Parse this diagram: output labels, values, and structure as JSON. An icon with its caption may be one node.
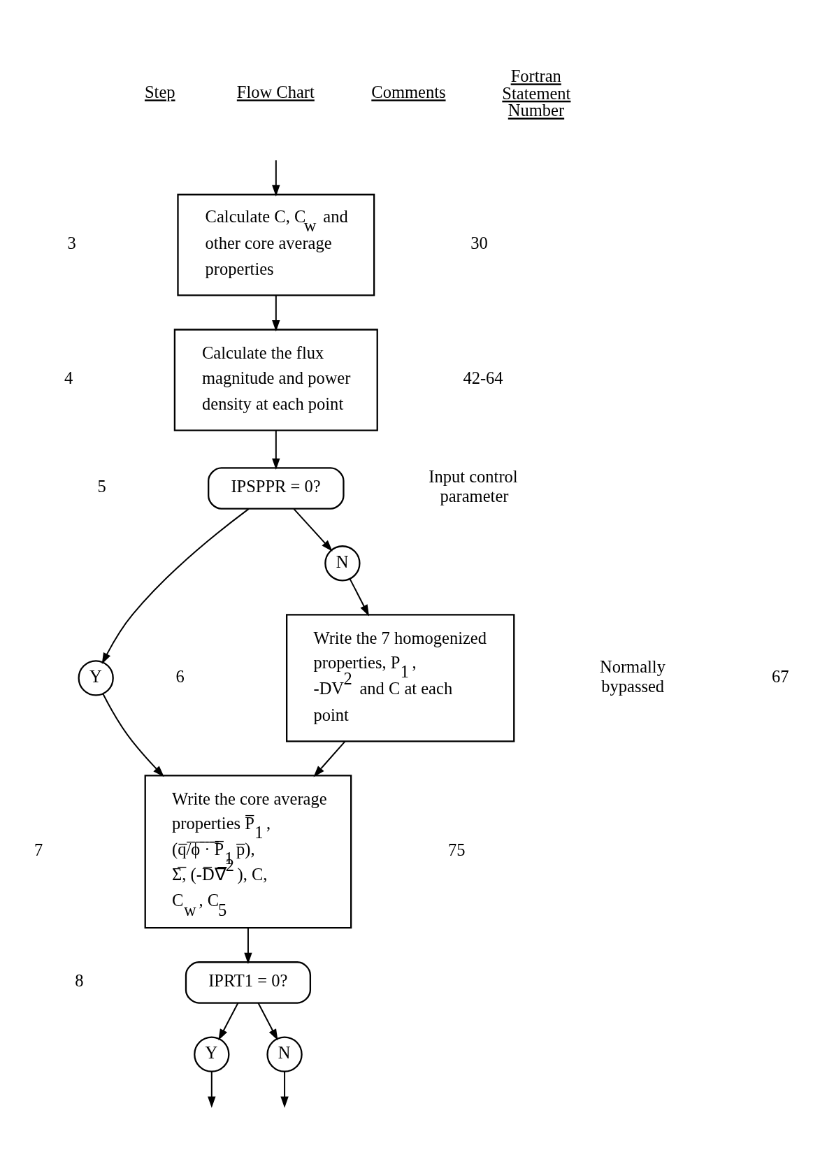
{
  "diagram": {
    "nodes": [
      {
        "text": [
          "Calculate C, C$_{w}$ and other core average properties"
        ]
      },
      {
        "text": [
          "Calculate the flux magnitude and power density at each point"
        ]
      },
      {
        "text": [
          "IPSPPR = 0?"
        ]
      },
      {
        "text": [
          "Y"
        ]
      },
      {
        "text": [
          "N"
        ]
      },
      {
        "text": [
          "Write the 7 homogenized properties, P$_{1}$, -DV$^{2}$ and C at each point"
        ]
      },
      {
        "text": [
          "Write the core average properties P̅$_{1}$, (q̅/̅ϕ̅ ̅·̅ ̅P̅$_{1}$p̅), Σ̅, (-D̅∇̅$^{2}$), C, C$_{w}$, C$_{5}$"
        ]
      },
      {
        "text": [
          "IPRT1 = 0?"
        ]
      },
      {
        "text": [
          "Y"
        ]
      },
      {
        "text": [
          "N"
        ]
      }
    ],
    "edges": [
      {
        "from": null,
        "to": 0,
        "arrow": "to"
      },
      {
        "from": 0,
        "to": 1,
        "arrow": "to"
      },
      {
        "from": 1,
        "to": 2,
        "arrow": "to"
      },
      {
        "from": 2,
        "to": 3,
        "arrow": "to"
      },
      {
        "from": 2,
        "to": 4,
        "arrow": "to"
      },
      {
        "from": 4,
        "to": 5,
        "arrow": "to"
      },
      {
        "from": 5,
        "to": 6,
        "arrow": "to"
      },
      {
        "from": 3,
        "to": 6,
        "arrow": "to"
      },
      {
        "from": 6,
        "to": 7,
        "arrow": "to"
      },
      {
        "from": 7,
        "to": 8,
        "arrow": "to"
      },
      {
        "from": 7,
        "to": 9,
        "arrow": "to"
      },
      {
        "from": 8,
        "to": null,
        "arrow": "to"
      },
      {
        "from": 9,
        "to": null,
        "arrow": "to"
      }
    ],
    "labels": [
      "Step",
      "Flow Chart",
      "Comments",
      "Fortran Statement Number",
      "3",
      "30",
      "4",
      "42-64",
      "5",
      "Input control parameter",
      "6",
      "Normally bypassed",
      "67",
      "7",
      "75",
      "8"
    ]
  }
}
